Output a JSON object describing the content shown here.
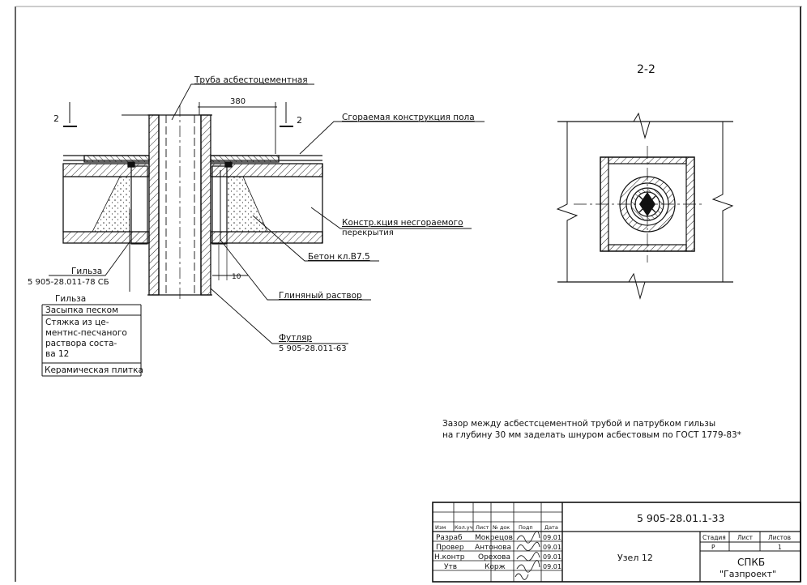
{
  "section_view": {
    "title": "2-2"
  },
  "elevation": {
    "section_mark": "2",
    "section_mark_right": "2",
    "dim_width": "380",
    "dim_gap": "10"
  },
  "callouts": {
    "pipe": "Труба асбестоцементная",
    "floor_construction": "Сгораемая конструкция пола",
    "slab_line1": "Констр.кция несгораемого",
    "slab_line2": "перекрытия",
    "concrete": "Бетон кл.В7.5",
    "clay": "Глиняный раствор",
    "case_label": "Футляр",
    "case_code": "5 905-28.011-63",
    "sleeve_label": "Гильза",
    "sleeve_code": "5 905-28.011-78 СБ"
  },
  "legend": [
    "Гильза",
    "Засыпка песком",
    "Стяжка из це-",
    "ментнс-песчаного",
    "раствора соста-",
    "ва 12",
    "Керамическая плитка"
  ],
  "note": {
    "line1": "Зазор между асбестсцементной трубой и патрубком гильзы",
    "line2": "на глубину 30 мм заделать шнуром асбестовым по ГОСТ 1779-83*"
  },
  "title_block": {
    "doc_code": "5 905-28.01.1-33",
    "title": "Узел 12",
    "org_line1": "СПКБ",
    "org_line2": "\"Газпроект\"",
    "stage_header": "Стадия",
    "sheet_header": "Лист",
    "sheets_header": "Листов",
    "stage_value": "Р",
    "sheets_value": "1",
    "col_headers": [
      "Изм",
      "Кол.уч",
      "Лист",
      "№ док",
      "Подп",
      "Дата"
    ],
    "rows": [
      {
        "role": "Разраб",
        "name": "Мокрецов",
        "date": "09.01"
      },
      {
        "role": "Провер",
        "name": "Антонова",
        "date": "09.01"
      },
      {
        "role": "Н.контр",
        "name": "Орехова",
        "date": "09.01"
      },
      {
        "role": "Утв",
        "name": "Корж",
        "date": "09.01"
      }
    ]
  }
}
